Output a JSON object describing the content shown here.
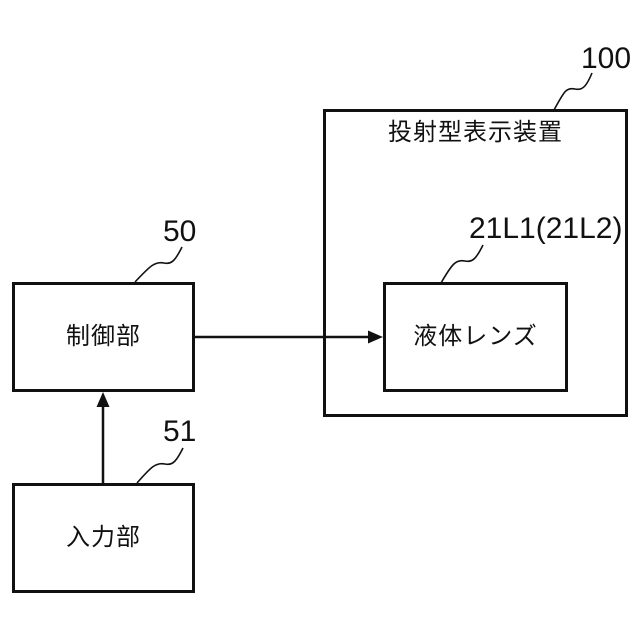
{
  "diagram": {
    "title_box": {
      "label": "投射型表示装置",
      "ref": "100"
    },
    "liquid_lens_box": {
      "label": "液体レンズ",
      "ref": "21L1(21L2)"
    },
    "control_box": {
      "label": "制御部",
      "ref": "50"
    },
    "input_box": {
      "label": "入力部",
      "ref": "51"
    },
    "connections": [
      "control_box -> liquid_lens_box (horizontal arrow)",
      "input_box -> control_box (vertical arrow)"
    ],
    "colors": {
      "line": "#111111",
      "background": "#ffffff"
    }
  }
}
